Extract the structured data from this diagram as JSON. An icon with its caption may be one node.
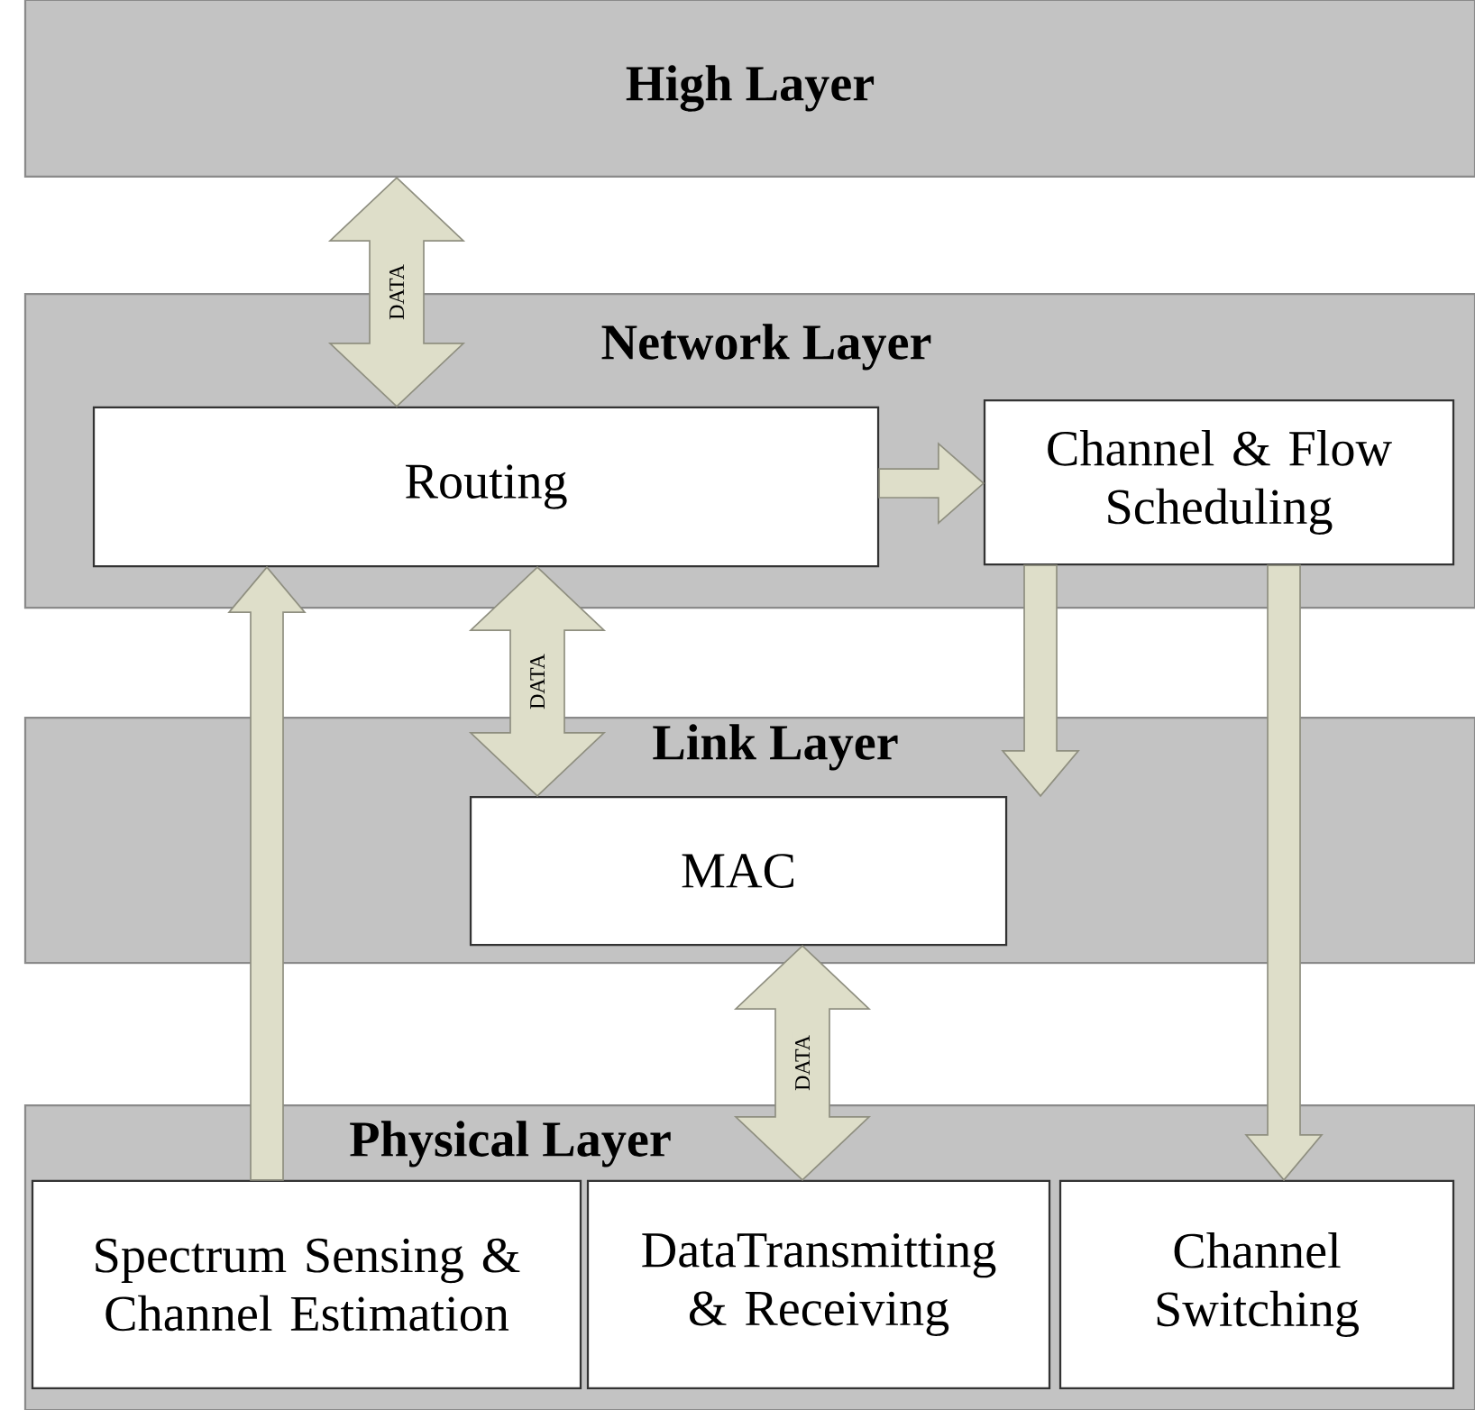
{
  "diagram": {
    "nodes": [
      {
        "text": [
          "High Layer"
        ]
      },
      {
        "text": [
          "Network Layer"
        ]
      },
      {
        "text": [
          "Routing"
        ],
        "in": 1
      },
      {
        "text": [
          "Channel & Flow Scheduling"
        ],
        "in": 1
      },
      {
        "text": [
          "Link Layer"
        ]
      },
      {
        "text": [
          "MAC"
        ],
        "in": 4
      },
      {
        "text": [
          "Physical Layer"
        ]
      },
      {
        "text": [
          "Spectrum Sensing & Channel Estimation"
        ],
        "in": 6
      },
      {
        "text": [
          "DataTransmitting & Receiving"
        ],
        "in": 6
      },
      {
        "text": [
          "Channel Switching"
        ],
        "in": 6
      }
    ],
    "edges": [
      {
        "from": 0,
        "to": 2,
        "arrow": "both",
        "label": "DATA"
      },
      {
        "from": 2,
        "to": 3,
        "arrow": "to"
      },
      {
        "from": 2,
        "to": 5,
        "arrow": "both",
        "label": "DATA"
      },
      {
        "from": 3,
        "to": 5,
        "arrow": "to"
      },
      {
        "from": 3,
        "to": 9,
        "arrow": "to"
      },
      {
        "from": 7,
        "to": 2,
        "arrow": "to"
      },
      {
        "from": 5,
        "to": 8,
        "arrow": "both",
        "label": "DATA"
      }
    ]
  }
}
